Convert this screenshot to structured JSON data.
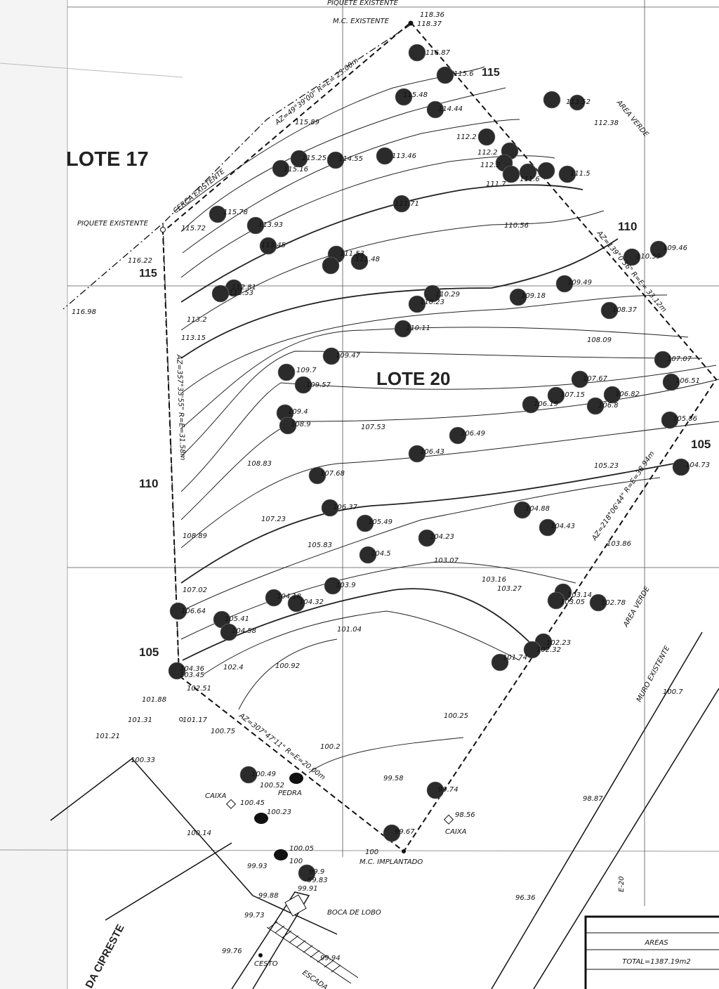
{
  "header": {
    "top_label": "PIQUETE EXISTENTE"
  },
  "lots": {
    "lote17": "LOTE 17",
    "lote20": "LOTE 20"
  },
  "contours": {
    "c115a": "115",
    "c115b": "115",
    "c110a": "110",
    "c110b": "110",
    "c105a": "105",
    "c105b": "105"
  },
  "markers": {
    "mc_existente": "M.C. EXISTENTE",
    "mc_implantado": "M.C. IMPLANTADO",
    "piquete_existente": "PIQUETE EXISTENTE",
    "cerca_existente": "CERCA EXISTENTE",
    "muro_existente": "MURO EXISTENTE",
    "area_verde_1": "AREA VERDE",
    "area_verde_2": "AREA VERDE",
    "caixa_1": "CAIXA",
    "caixa_2": "CAIXA",
    "pedra": "PEDRA",
    "boca_de_lobo": "BOCA DE LOBO",
    "cesto": "CESTO",
    "escada": "ESCADA",
    "street": "DA CIPRESTE",
    "grid_e20": "E-20"
  },
  "boundaries": {
    "north": "AZ=49°39'00\" R=E= 23.00m",
    "east": "AZ=139°0'36\" R=E= 33.12m",
    "south_east": "AZ=218°06'44\" R=E=38.94m",
    "south": "AZ=307°47'11\" R=E=20.00m",
    "west": "AZ=357°33'55\" R=E=31.58m"
  },
  "areas_table": {
    "title": "AREAS",
    "total": "TOTAL=1387.19m2"
  },
  "spot_elevations": {
    "e1": "118.36",
    "e2": "118.37",
    "e3": "116.87",
    "e4": "115.6",
    "e5": "115.48",
    "e6": "114.44",
    "e7": "113.52",
    "e8": "112.38",
    "e9": "115.89",
    "e10": "115.25",
    "e11": "114.55",
    "e12": "113.46",
    "e13": "115.16",
    "e14": "112.2",
    "e15": "112.2",
    "e16": "112.2",
    "e17": "111.7",
    "e18": "111.6",
    "e19": "111.5",
    "e20": "115.78",
    "e21": "115.72",
    "e22": "113.93",
    "e23": "111.71",
    "e24": "110.56",
    "e25": "116.22",
    "e26": "113.45",
    "e27": "111.53",
    "e28": "111.48",
    "e29": "110.59",
    "e30": "109.46",
    "e31": "112.81",
    "e32": "112.53",
    "e33": "116.98",
    "e34": "113.2",
    "e35": "110.29",
    "e36": "110.23",
    "e37": "109.18",
    "e38": "109.49",
    "e39": "108.37",
    "e40": "113.15",
    "e41": "110.11",
    "e42": "108.09",
    "e43": "109.47",
    "e44": "109.7",
    "e45": "109.57",
    "e46": "107.67",
    "e47": "107.07",
    "e48": "106.51",
    "e49": "107.15",
    "e50": "106.82",
    "e51": "106.19",
    "e52": "106.8",
    "e53": "109.4",
    "e54": "108.9",
    "e55": "107.53",
    "e56": "106.49",
    "e57": "105.86",
    "e58": "106.43",
    "e59": "108.83",
    "e60": "107.68",
    "e61": "105.23",
    "e62": "104.73",
    "e63": "107.23",
    "e64": "106.37",
    "e65": "105.49",
    "e66": "104.88",
    "e67": "104.43",
    "e68": "108.89",
    "e69": "105.83",
    "e70": "104.23",
    "e71": "104.5",
    "e72": "103.07",
    "e73": "103.86",
    "e74": "103.16",
    "e75": "103.27",
    "e76": "107.02",
    "e77": "103.9",
    "e78": "104.18",
    "e79": "104.32",
    "e80": "103.14",
    "e81": "103.05",
    "e82": "102.78",
    "e83": "106.64",
    "e84": "105.41",
    "e85": "104.58",
    "e86": "101.04",
    "e87": "102.23",
    "e88": "101.74",
    "e89": "102.32",
    "e90": "104.36",
    "e91": "103.45",
    "e92": "102.4",
    "e93": "100.92",
    "e94": "102.51",
    "e95": "100.7",
    "e96": "101.88",
    "e97": "101.31",
    "e98": "101.17",
    "e99": "100.75",
    "e100": "100.25",
    "e101": "101.21",
    "e102": "100.2",
    "e103": "100.33",
    "e104": "100.49",
    "e105": "99.58",
    "e106": "100.52",
    "e107": "99.74",
    "e108": "98.87",
    "e109": "100.45",
    "e110": "100.23",
    "e111": "98.56",
    "e112": "100.14",
    "e113": "99.67",
    "e114": "100.05",
    "e115": "100",
    "e116": "100",
    "e117": "99.9",
    "e118": "99.93",
    "e119": "99.83",
    "e120": "99.91",
    "e121": "99.88",
    "e122": "99.73",
    "e123": "96.36",
    "e124": "99.76",
    "e125": "99.94"
  },
  "colors": {
    "ink": "#111111",
    "tree": "#2b2b2b",
    "paper": "#ffffff"
  }
}
